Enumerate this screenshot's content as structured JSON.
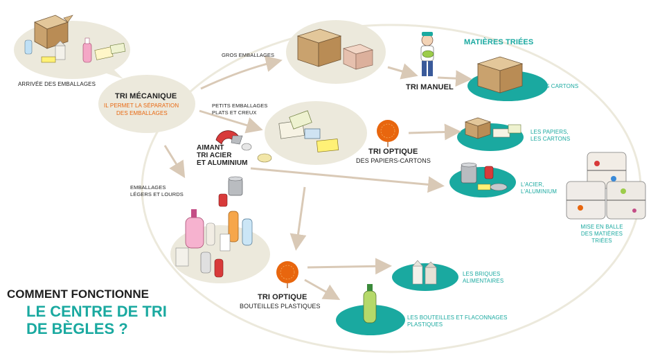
{
  "title": {
    "line1": "COMMENT FONCTIONNE",
    "line2": "LE CENTRE DE TRI",
    "line3": "DE BÈGLES ?"
  },
  "stages": {
    "arrivee": "ARRIVÉE DES EMBALLAGES",
    "tri_mecanique": {
      "title": "TRI MÉCANIQUE",
      "subtitle_line1": "IL PERMET LA SÉPARATION",
      "subtitle_line2": "DES EMBALLAGES"
    },
    "aimant": {
      "line1": "AIMANT",
      "line2": "TRI ACIER",
      "line3": "ET ALUMINIUM"
    },
    "tri_manuel": "TRI MANUEL",
    "tri_optique_papiers": {
      "title": "TRI OPTIQUE",
      "subtitle": "DES PAPIERS-CARTONS"
    },
    "tri_optique_bouteilles": {
      "title": "TRI OPTIQUE",
      "subtitle": "BOUTEILLES PLASTIQUES"
    }
  },
  "flows": {
    "gros_emballages": "GROS EMBALLAGES",
    "petits_line1": "PETITS EMBALLAGES",
    "petits_line2": "PLATS ET CREUX",
    "legers_line1": "EMBALLAGES",
    "legers_line2": "LÉGERS ET LOURDS"
  },
  "outputs": {
    "heading": "MATIÈRES TRIÉES",
    "cartons": "LES CARTONS",
    "papiers_line1": "LES PAPIERS,",
    "papiers_line2": "LES CARTONS",
    "acier_line1": "L'ACIER,",
    "acier_line2": "L'ALUMINIUM",
    "briques_line1": "LES BRIQUES",
    "briques_line2": "ALIMENTAIRES",
    "bouteilles_line1": "LES BOUTEILLES ET FLACONNAGES",
    "bouteilles_line2": "PLASTIQUES",
    "balle_line1": "MISE EN BALLE",
    "balle_line2": "DES MATIÈRES",
    "balle_line3": "TRIÉES"
  },
  "colors": {
    "teal": "#1aa9a0",
    "orange": "#e8660e",
    "bubble": "#ece9dc",
    "arrow": "#d9c9b6",
    "cardboard": "#c9a26e"
  },
  "icons": [
    "cardboard-box-icon",
    "person-sorter-icon",
    "magnet-icon",
    "optical-sensor-icon",
    "plastic-bottle-icon",
    "milk-carton-icon",
    "tin-can-icon",
    "paper-envelope-icon",
    "bale-icon"
  ]
}
